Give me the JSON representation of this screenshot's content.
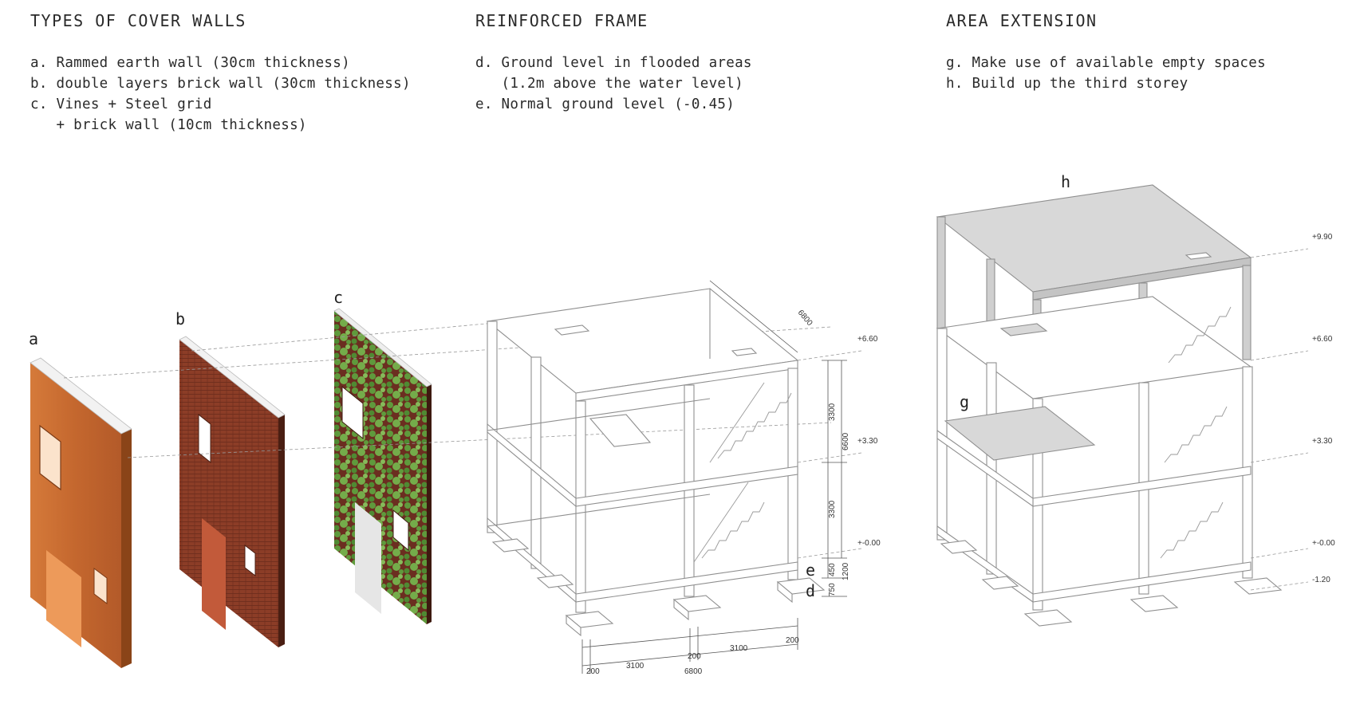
{
  "sections": [
    {
      "title": "TYPES OF COVER WALLS",
      "items": [
        "a. Rammed earth wall (30cm thickness)",
        "b. double layers brick wall (30cm thickness)",
        "c. Vines + Steel grid",
        "   + brick wall (10cm thickness)"
      ]
    },
    {
      "title": "REINFORCED FRAME",
      "items": [
        "d. Ground level in flooded areas",
        "   (1.2m above the water level)",
        "e. Normal ground level (-0.45)"
      ]
    },
    {
      "title": "AREA EXTENSION",
      "items": [
        "g. Make use of available empty spaces",
        "h. Build up the third storey"
      ]
    }
  ],
  "wall_labels": {
    "a": "a",
    "b": "b",
    "c": "c"
  },
  "frame": {
    "depth_dim": "6800",
    "vertical_dims": [
      "3300",
      "3300",
      "6600",
      "450",
      "750",
      "1200"
    ],
    "levels": [
      "+6.60",
      "+3.30",
      "+-0.00"
    ],
    "markers": {
      "e": "e",
      "d": "d"
    },
    "bottom_dims": [
      "200",
      "3100",
      "200",
      "3100",
      "200",
      "6800"
    ]
  },
  "extension": {
    "labels": {
      "h": "h",
      "g": "g"
    },
    "levels": [
      "+9.90",
      "+6.60",
      "+3.30",
      "+-0.00",
      "-1.20"
    ]
  },
  "colors": {
    "earth": "#c8692e",
    "brick": "#8a3c26",
    "vines": "#5f9a3c",
    "slab": "#d4d4d4",
    "line": "#8a8a8a"
  }
}
